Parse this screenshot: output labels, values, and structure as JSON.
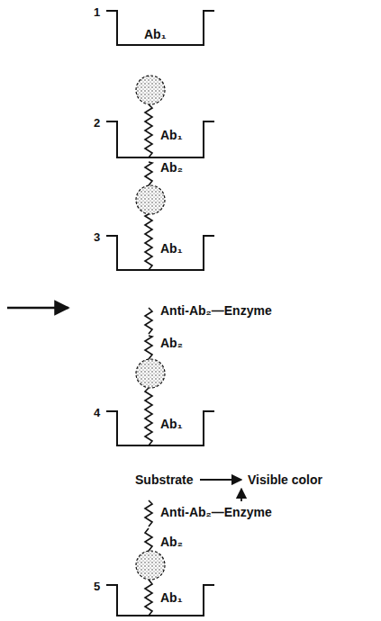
{
  "diagram": {
    "labels": [
      "1",
      "Ab₁",
      "2",
      "Ab₁",
      "Ab₂",
      "3",
      "Ab₁",
      "Anti-Ab₂—Enzyme",
      "Ab₂",
      "4",
      "Ab₁",
      "Substrate",
      "Visible color",
      "Anti-Ab₂—Enzyme",
      "Ab₂",
      "5",
      "Ab₁"
    ]
  }
}
